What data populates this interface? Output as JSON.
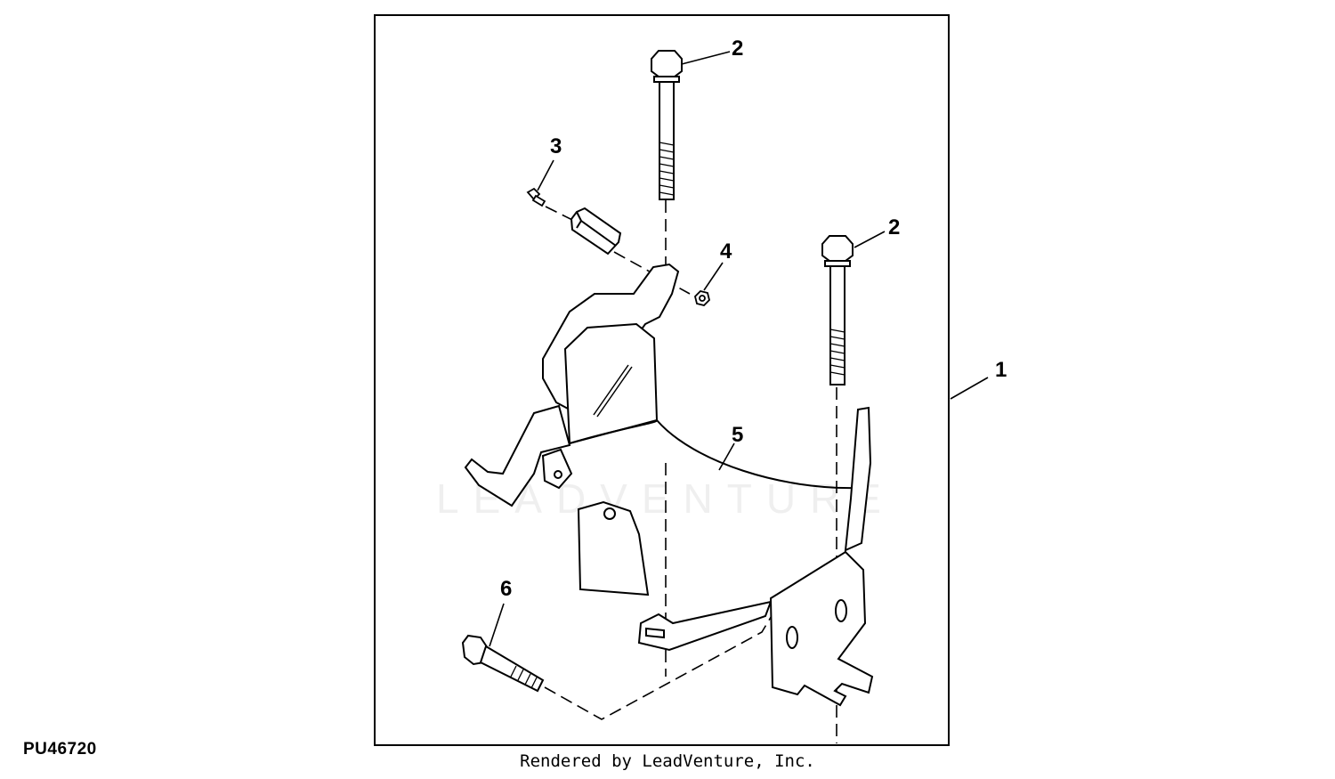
{
  "figure_id": "PU46720",
  "credit": "Rendered by LeadVenture, Inc.",
  "watermark": "LEADVENTURE",
  "callouts": [
    {
      "id": "c1",
      "label": "1",
      "part": "bracket-assembly"
    },
    {
      "id": "c2a",
      "label": "2",
      "part": "flange-bolt-left"
    },
    {
      "id": "c2b",
      "label": "2",
      "part": "flange-bolt-right"
    },
    {
      "id": "c3",
      "label": "3",
      "part": "small-screw"
    },
    {
      "id": "c4",
      "label": "4",
      "part": "nut"
    },
    {
      "id": "c5",
      "label": "5",
      "part": "bracket-plate"
    },
    {
      "id": "c6",
      "label": "6",
      "part": "bottom-flange-bolt"
    }
  ]
}
